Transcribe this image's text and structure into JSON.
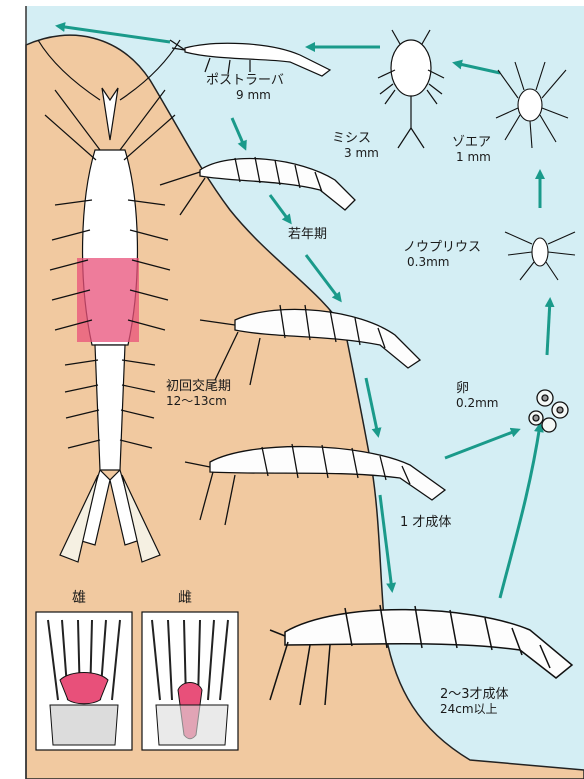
{
  "stages": {
    "egg": {
      "name": "卵",
      "size": "0.2mm"
    },
    "nauplius": {
      "name": "ノウプリウス",
      "size": "0.3mm"
    },
    "zoea": {
      "name": "ゾエア",
      "size": "1 mm"
    },
    "mysis": {
      "name": "ミシス",
      "size": "3 mm"
    },
    "postlarva": {
      "name": "ポストラーバ",
      "size": "9 mm"
    },
    "juvenile": {
      "name": "若年期"
    },
    "first_mating": {
      "name": "初回交尾期",
      "size": "12～13cm"
    },
    "adult_1": {
      "name": "1 才成体"
    },
    "adult_2_3": {
      "name": "2～3才成体",
      "size": "24cm以上"
    }
  },
  "inset": {
    "male": "雄",
    "female": "雌"
  },
  "colors": {
    "water": "#d4eef4",
    "land": "#f1c9a0",
    "arrow": "#1a9a8a",
    "highlight": "#e8507a"
  }
}
